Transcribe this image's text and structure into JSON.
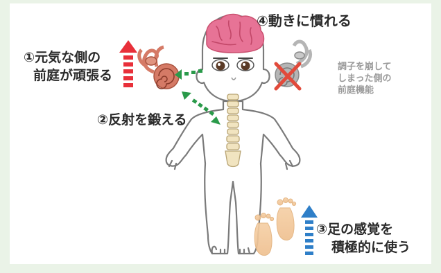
{
  "labels": {
    "item1_line1": "①元気な側の",
    "item1_line2": "前庭が頑張る",
    "item2": "②反射を鍛える",
    "item3_line1": "③足の感覚を",
    "item3_line2": "積極的に使う",
    "item4": "④動きに慣れる",
    "gray_line1": "調子を崩して",
    "gray_line2": "しまった側の",
    "gray_line3": "前庭機能"
  },
  "icons": [
    "brain-icon",
    "inner-ear-icon",
    "inner-ear-damaged-icon",
    "spine-icon",
    "footprints-icon",
    "up-arrow-red-icon",
    "up-arrow-blue-icon",
    "dotted-arrow-green-icon",
    "cross-mark-icon"
  ],
  "colors": {
    "background": "#eaf3e7",
    "brain": "#e77396",
    "ear": "#d57a66",
    "red_arrow": "#e8303a",
    "blue_arrow": "#2f7fc8",
    "green_arrow": "#2a9a4a",
    "cross": "#e24a3b",
    "gray_text": "#9a9a9a"
  }
}
